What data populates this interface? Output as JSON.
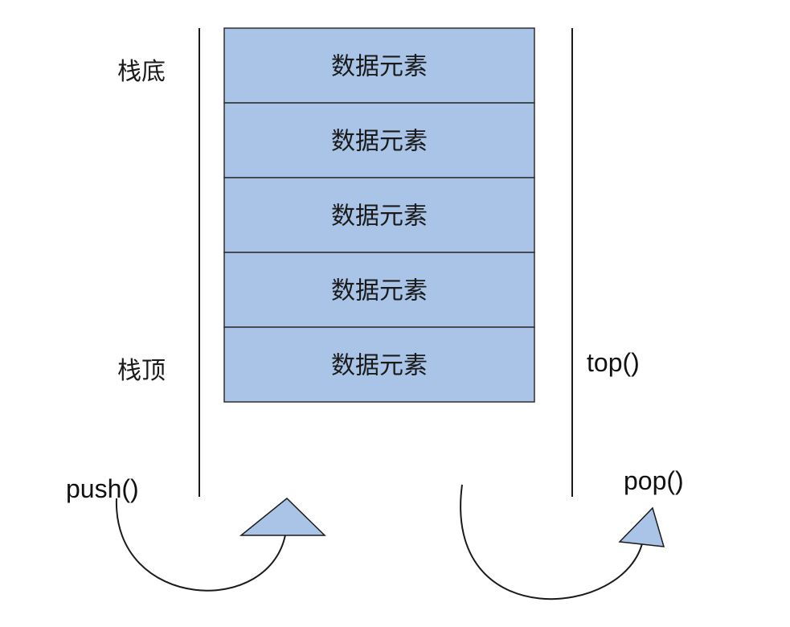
{
  "colors": {
    "cell_fill": "#a9c4e6",
    "cell_stroke": "#2f2f2f",
    "line": "#1a1a1a",
    "arrowhead_fill": "#a9c4e6"
  },
  "stack": {
    "cells": [
      {
        "label": "数据元素"
      },
      {
        "label": "数据元素"
      },
      {
        "label": "数据元素"
      },
      {
        "label": "数据元素"
      },
      {
        "label": "数据元素"
      }
    ]
  },
  "labels": {
    "bottom": "栈底",
    "top": "栈顶",
    "top_op": "top()",
    "push_op": "push()",
    "pop_op": "pop()"
  },
  "icons": {
    "push_arrow": "curved-arrow-up",
    "pop_arrow": "curved-arrow-up"
  }
}
